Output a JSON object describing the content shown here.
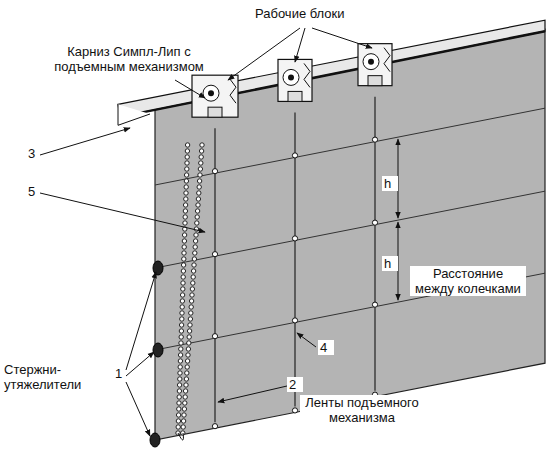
{
  "diagram": {
    "labels": [
      "Рабочие блоки",
      "Карниз Симпл-Лип с подъемным механизмом",
      "3",
      "5",
      "h",
      "h",
      "Расстояние между колечками",
      "4",
      "Стержни-утяжелители",
      "1",
      "Ленты подъемного механизма",
      "2"
    ]
  }
}
